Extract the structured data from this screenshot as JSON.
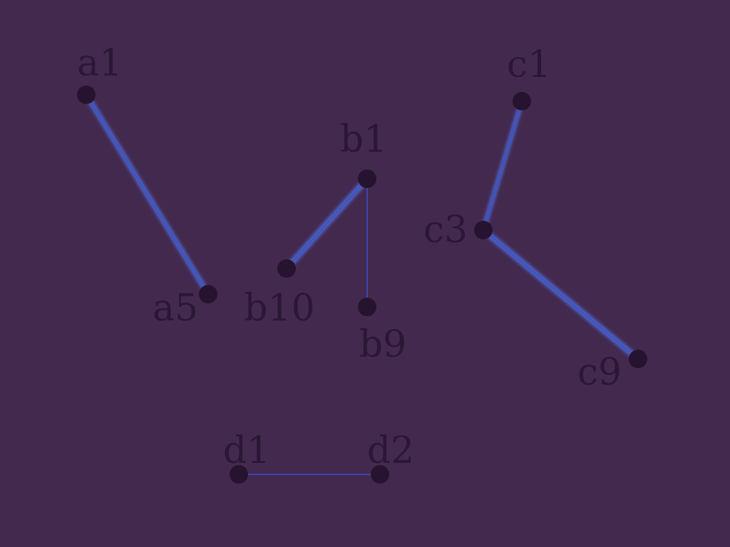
{
  "diagram": {
    "background": "#44294f",
    "edge_color": "#4f74e8",
    "node_color": "#26132f",
    "label_color": "#2b1735",
    "nodes": [
      {
        "id": "a1",
        "label": "a1"
      },
      {
        "id": "a5",
        "label": "a5"
      },
      {
        "id": "b1",
        "label": "b1"
      },
      {
        "id": "b10",
        "label": "b10"
      },
      {
        "id": "b9",
        "label": "b9"
      },
      {
        "id": "c1",
        "label": "c1"
      },
      {
        "id": "c3",
        "label": "c3"
      },
      {
        "id": "c9",
        "label": "c9"
      },
      {
        "id": "d1",
        "label": "d1"
      },
      {
        "id": "d2",
        "label": "d2"
      }
    ],
    "edges": [
      {
        "from": "a1",
        "to": "a5"
      },
      {
        "from": "b1",
        "to": "b10"
      },
      {
        "from": "b1",
        "to": "b9"
      },
      {
        "from": "c1",
        "to": "c3"
      },
      {
        "from": "c3",
        "to": "c9"
      },
      {
        "from": "d1",
        "to": "d2"
      }
    ]
  }
}
